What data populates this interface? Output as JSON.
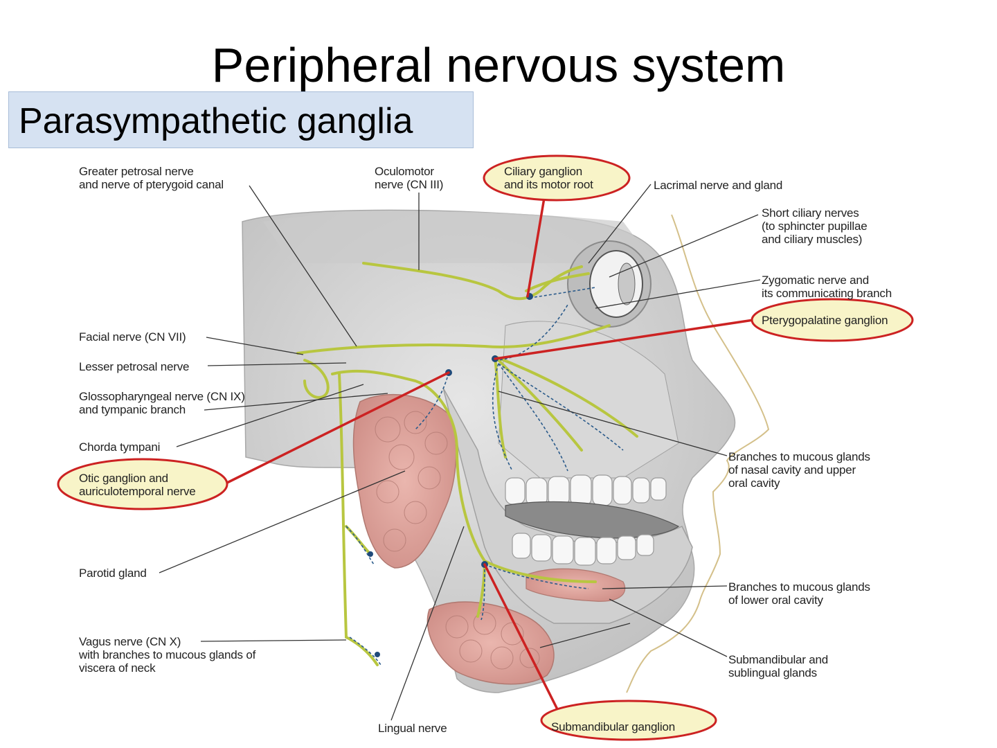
{
  "slide": {
    "title": "Peripheral nervous system",
    "subtitle": "Parasympathetic ganglia"
  },
  "labels": {
    "greater_petrosal": "Greater petrosal nerve\nand nerve of pterygoid canal",
    "oculomotor": "Oculomotor\nnerve (CN III)",
    "ciliary_ganglion": "Ciliary ganglion\nand its motor root",
    "lacrimal": "Lacrimal nerve and gland",
    "short_ciliary": "Short ciliary nerves\n(to sphincter pupillae\nand ciliary muscles)",
    "zygomatic": "Zygomatic nerve and\nits communicating branch",
    "pterygopalatine": "Pterygopalatine ganglion",
    "facial": "Facial nerve (CN VII)",
    "lesser_petrosal": "Lesser petrosal nerve",
    "glossopharyngeal": "Glossopharyngeal nerve (CN IX)\nand tympanic branch",
    "chorda": "Chorda tympani",
    "otic": "Otic ganglion and\nauriculotemporal nerve",
    "branches_nasal": "Branches to mucous glands\nof nasal cavity and upper\noral cavity",
    "parotid": "Parotid gland",
    "branches_lower": "Branches to mucous glands\nof lower oral cavity",
    "vagus": "Vagus nerve (CN X)\nwith branches to mucous glands of\nviscera of neck",
    "submandibular_glands": "Submandibular and\nsublingual glands",
    "lingual": "Lingual nerve",
    "submandibular_ganglion": "Submandibular ganglion"
  },
  "colors": {
    "highlight_ring": "#cc2222",
    "highlight_fill": "#f8f4c8",
    "nerve": "#b8c640",
    "nerve_dash": "#2a5a8a",
    "gland": "#d9a09a",
    "bone": "#d4d4d4",
    "subtitle_bg": "#d6e2f2"
  }
}
